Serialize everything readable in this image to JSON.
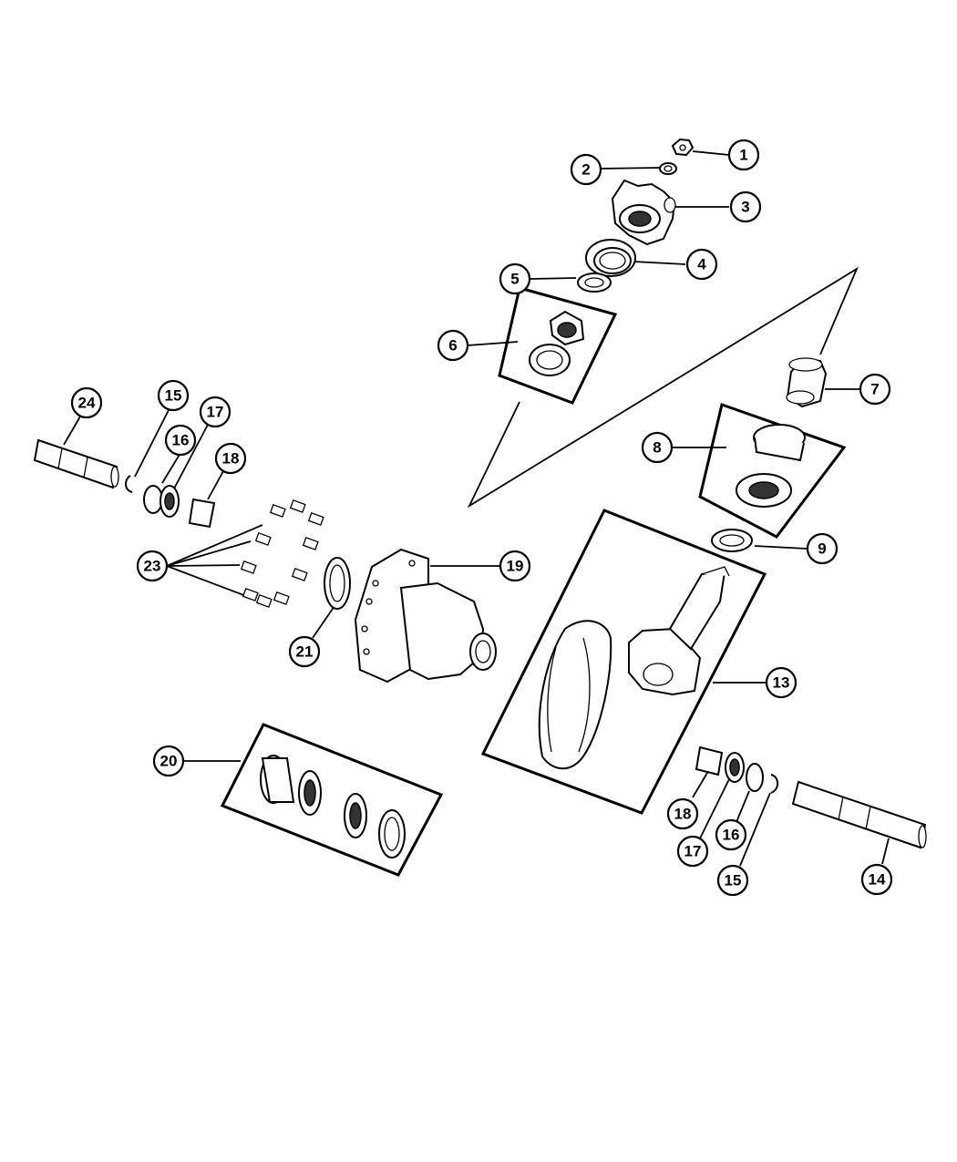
{
  "diagram": {
    "callouts": [
      {
        "id": "c1",
        "label": "1"
      },
      {
        "id": "c2",
        "label": "2"
      },
      {
        "id": "c3",
        "label": "3"
      },
      {
        "id": "c4",
        "label": "4"
      },
      {
        "id": "c5",
        "label": "5"
      },
      {
        "id": "c6",
        "label": "6"
      },
      {
        "id": "c7",
        "label": "7"
      },
      {
        "id": "c8",
        "label": "8"
      },
      {
        "id": "c9",
        "label": "9"
      },
      {
        "id": "c13",
        "label": "13"
      },
      {
        "id": "c14",
        "label": "14"
      },
      {
        "id": "c15a",
        "label": "15"
      },
      {
        "id": "c15b",
        "label": "15"
      },
      {
        "id": "c16a",
        "label": "16"
      },
      {
        "id": "c16b",
        "label": "16"
      },
      {
        "id": "c17a",
        "label": "17"
      },
      {
        "id": "c17b",
        "label": "17"
      },
      {
        "id": "c18a",
        "label": "18"
      },
      {
        "id": "c18b",
        "label": "18"
      },
      {
        "id": "c19",
        "label": "19"
      },
      {
        "id": "c20",
        "label": "20"
      },
      {
        "id": "c21",
        "label": "21"
      },
      {
        "id": "c23",
        "label": "23"
      },
      {
        "id": "c24",
        "label": "24"
      }
    ]
  }
}
